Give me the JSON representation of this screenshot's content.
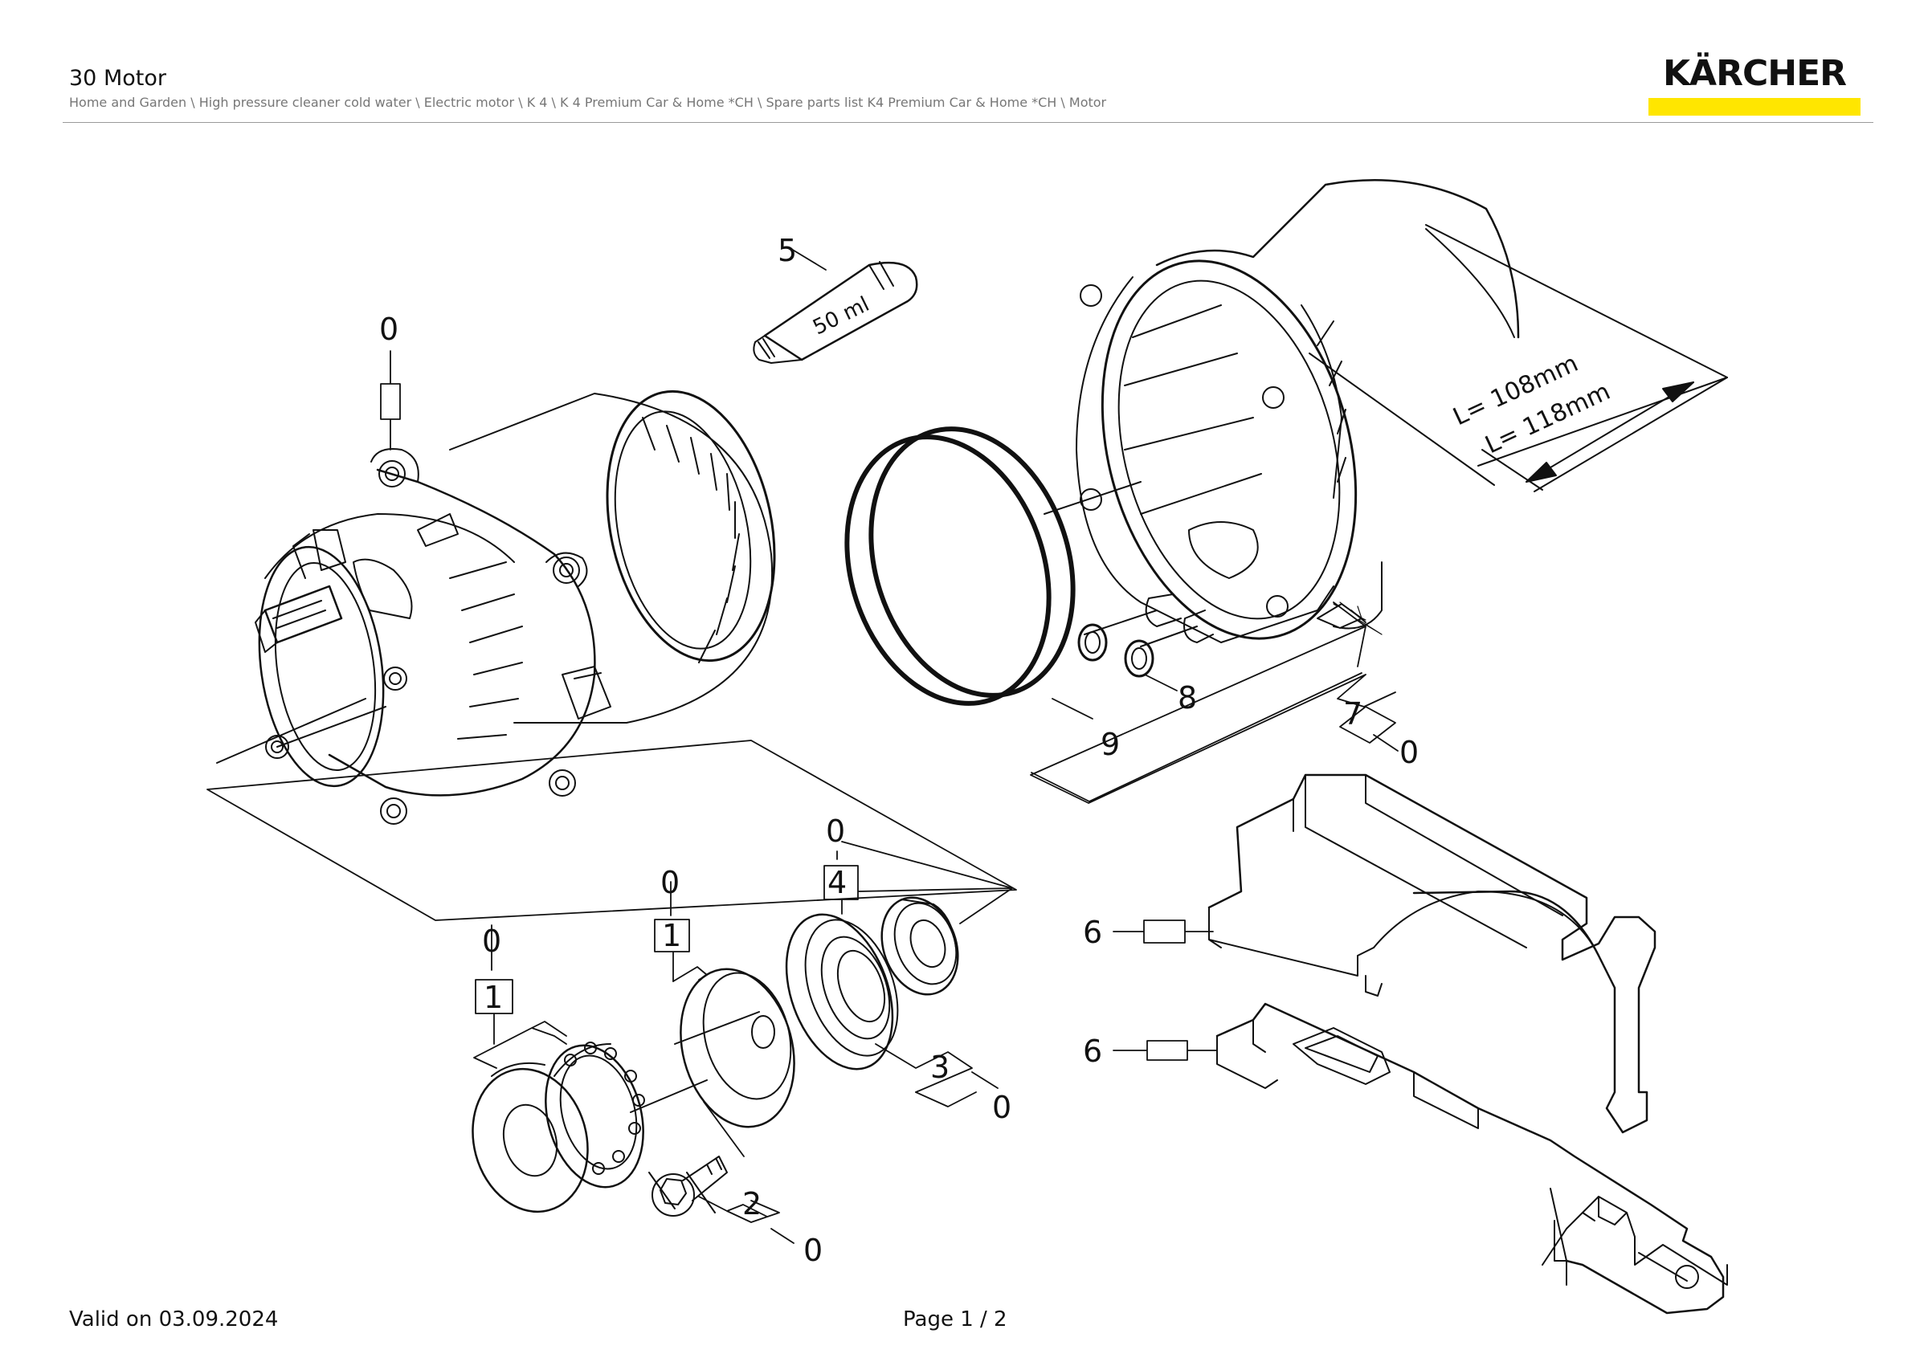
{
  "header": {
    "title": "30 Motor",
    "breadcrumb": "Home and Garden \\ High pressure cleaner cold water \\ Electric motor \\ K 4 \\ K 4 Premium Car & Home *CH \\ Spare parts list K4 Premium Car & Home *CH \\ Motor"
  },
  "logo": {
    "text": "KÄRCHER",
    "accent_color": "#ffe600"
  },
  "diagram": {
    "labels": {
      "motor_qty": "0",
      "tube_item": "5",
      "tube_text": "50 ml",
      "seal_ring_item": "9",
      "o_ring_item": "8",
      "housing_item": "7",
      "housing_qty": "0",
      "clamp_item_upper": "6",
      "clamp_item_lower": "6",
      "bearing_item": "4",
      "bearing_qty": "0",
      "cap_item": "1",
      "cap_qty": "0",
      "washer_item": "1",
      "washer_qty": "0",
      "bearing_small_item": "3",
      "bearing_small_qty": "0",
      "screw_item": "2",
      "screw_qty": "0",
      "dim_l1": "L= 108mm",
      "dim_l2": "L= 118mm"
    }
  },
  "footer": {
    "valid": "Valid on 03.09.2024",
    "page": "Page 1 / 2"
  }
}
